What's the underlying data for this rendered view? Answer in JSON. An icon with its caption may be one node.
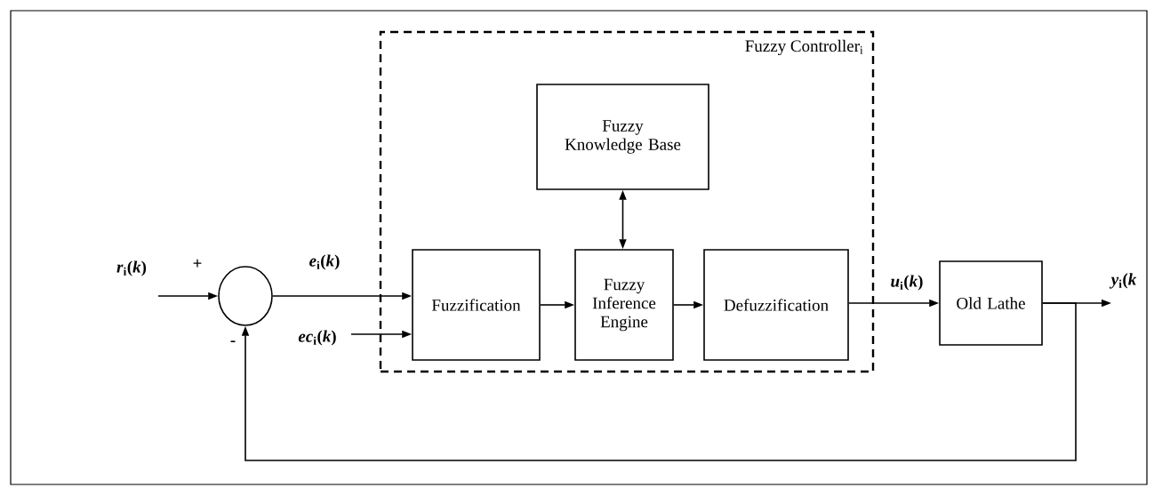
{
  "diagram": {
    "nodes": [
      {
        "text": [
          "Fuzzy Controller$_{i}$"
        ]
      },
      {
        "text": [
          "Fuzzy Knowledge Base"
        ],
        "in": 0
      },
      {
        "text": [
          "Fuzzification"
        ],
        "in": 0
      },
      {
        "text": [
          "Fuzzy Inference Engine"
        ],
        "in": 0
      },
      {
        "text": [
          "Defuzzification"
        ],
        "in": 0
      },
      {
        "text": [
          "Old Lathe"
        ]
      },
      {
        "text": [],
        "shape": "circle"
      }
    ],
    "edges": [
      {
        "from": null,
        "to": 6,
        "arrow": "to",
        "label": "*r*$_{i}$(*k*)"
      },
      {
        "from": 6,
        "to": 2,
        "arrow": "to",
        "label": "*e*$_{i}$(*k*)"
      },
      {
        "from": null,
        "to": 2,
        "arrow": "to",
        "label": "*ec*$_{i}$(*k*)"
      },
      {
        "from": 1,
        "to": 3,
        "arrow": "both"
      },
      {
        "from": 2,
        "to": 3,
        "arrow": "to"
      },
      {
        "from": 3,
        "to": 4,
        "arrow": "to"
      },
      {
        "from": 4,
        "to": 5,
        "arrow": "to",
        "label": "*u*$_{i}$(*k*)"
      },
      {
        "from": 5,
        "to": null,
        "arrow": "to",
        "label": "*y*$_{i}$(*k*"
      },
      {
        "from": 5,
        "to": 6,
        "arrow": "to"
      }
    ],
    "labels": [
      "+",
      "-"
    ]
  }
}
